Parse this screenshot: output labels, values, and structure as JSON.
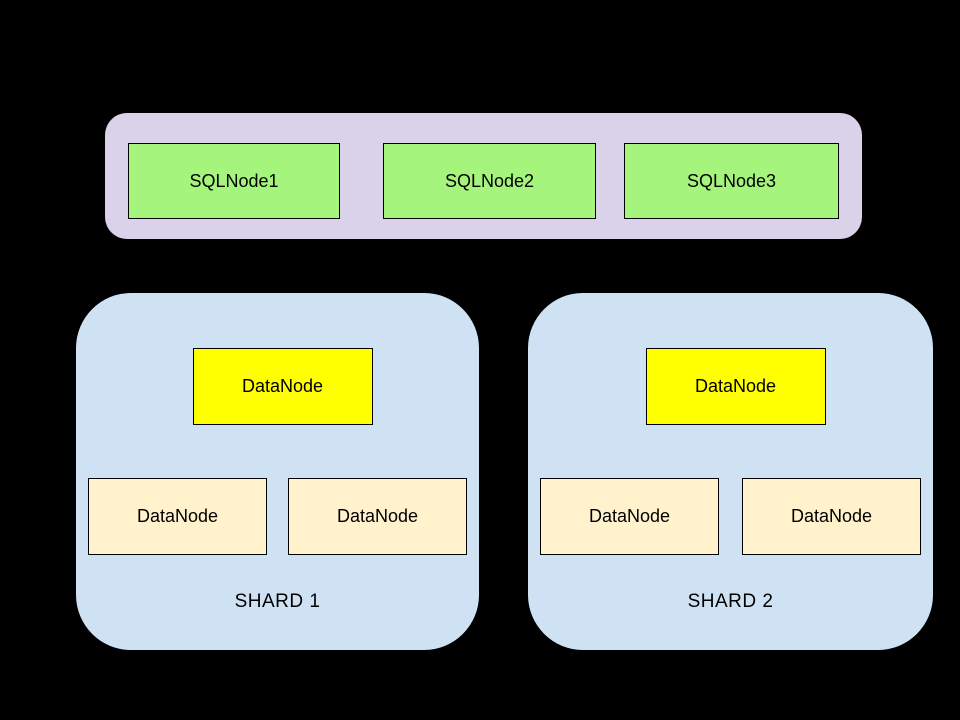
{
  "canvas": {
    "background": "#000000"
  },
  "sql_tier": {
    "fill": "#d9d2e9",
    "nodes": [
      {
        "label": "SQLNode1",
        "fill": "#a5f57d"
      },
      {
        "label": "SQLNode2",
        "fill": "#a5f57d"
      },
      {
        "label": "SQLNode3",
        "fill": "#a5f57d"
      }
    ]
  },
  "shards": [
    {
      "label": "SHARD 1",
      "fill": "#cfe2f3",
      "primary_node": {
        "label": "DataNode",
        "fill": "#ffff00"
      },
      "replica_nodes": [
        {
          "label": "DataNode",
          "fill": "#fff2cc"
        },
        {
          "label": "DataNode",
          "fill": "#fff2cc"
        }
      ]
    },
    {
      "label": "SHARD 2",
      "fill": "#cfe2f3",
      "primary_node": {
        "label": "DataNode",
        "fill": "#ffff00"
      },
      "replica_nodes": [
        {
          "label": "DataNode",
          "fill": "#fff2cc"
        },
        {
          "label": "DataNode",
          "fill": "#fff2cc"
        }
      ]
    }
  ],
  "colors": {
    "border": "#000000",
    "background": "#000000",
    "sql_tier_fill": "#d9d2e9",
    "sql_node_fill": "#a5f57d",
    "shard_fill": "#cfe2f3",
    "primary_node_fill": "#ffff00",
    "replica_node_fill": "#fff2cc"
  }
}
